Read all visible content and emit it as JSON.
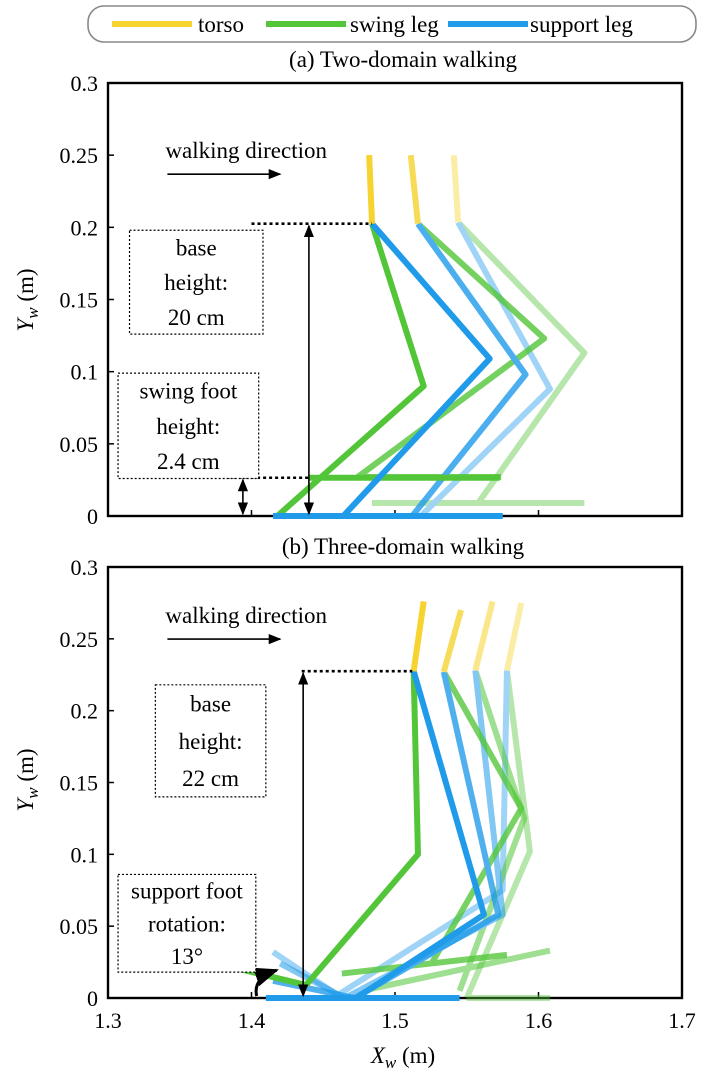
{
  "legend": {
    "items": [
      {
        "label": "torso",
        "color": "#F6D32E"
      },
      {
        "label": "swing leg",
        "color": "#52C638"
      },
      {
        "label": "support leg",
        "color": "#1F9BEA"
      }
    ]
  },
  "colors": {
    "torso": "#F6D32E",
    "swing": "#52C638",
    "support": "#1F9BEA"
  },
  "chart_data": [
    {
      "type": "line",
      "title": "(a) Two-domain walking",
      "xlabel": "",
      "ylabel": "Y_w (m)",
      "xlim": [
        1.3,
        1.7
      ],
      "ylim": [
        0,
        0.3
      ],
      "xticks": [
        1.3,
        1.4,
        1.5,
        1.6,
        1.7
      ],
      "yticks": [
        0,
        0.05,
        0.1,
        0.15,
        0.2,
        0.25,
        0.3
      ],
      "ytick_labels": [
        "0",
        "0.05",
        "0.1",
        "0.15",
        "0.2",
        "0.25",
        "0.3"
      ],
      "show_xtick_labels": false,
      "grid": false,
      "annotations": {
        "direction": {
          "text": "walking direction",
          "x0": 1.34,
          "x1": 1.42,
          "y": 0.241
        },
        "base_height": {
          "lines": [
            "base",
            "height:",
            "20 cm"
          ],
          "box": [
            1.315,
            1.408,
            0.126,
            0.198
          ],
          "dim_x": 1.44,
          "top": 0.2025,
          "bottom": 0.0,
          "dash_from": 1.4,
          "dash_to": 1.484
        },
        "swing_height": {
          "lines": [
            "swing foot",
            "height:",
            "2.4 cm"
          ],
          "box": [
            1.307,
            1.405,
            0.026,
            0.099
          ],
          "dim_x": 1.394,
          "top": 0.0265,
          "bottom": 0.0,
          "dash_from": 1.383,
          "dash_to": 1.44
        }
      },
      "frames": [
        {
          "alpha": 1.0,
          "torso": [
            [
              1.482,
              0.25
            ],
            [
              1.484,
              0.2025
            ]
          ],
          "swing": [
            [
              1.484,
              0.2025
            ],
            [
              1.52,
              0.09
            ],
            [
              1.418,
              0.0
            ]
          ],
          "swing_foot": [
            [
              1.44,
              0.0265
            ],
            [
              1.573,
              0.0265
            ]
          ],
          "support": [
            [
              1.484,
              0.2025
            ],
            [
              1.566,
              0.109
            ],
            [
              1.464,
              0.0
            ]
          ],
          "support_foot": [
            [
              1.415,
              0.0
            ],
            [
              1.575,
              0.0
            ]
          ]
        },
        {
          "alpha": 0.8,
          "torso": [
            [
              1.511,
              0.25
            ],
            [
              1.516,
              0.2025
            ]
          ],
          "swing": [
            [
              1.516,
              0.2025
            ],
            [
              1.604,
              0.123
            ],
            [
              1.474,
              0.027
            ]
          ],
          "swing_foot": [
            [
              1.474,
              0.027
            ],
            [
              1.574,
              0.027
            ]
          ],
          "support": [
            [
              1.516,
              0.2025
            ],
            [
              1.591,
              0.098
            ],
            [
              1.512,
              0.0
            ]
          ],
          "support_foot": [
            [
              1.456,
              0.0
            ],
            [
              1.575,
              0.0
            ]
          ]
        },
        {
          "alpha": 0.42,
          "torso": [
            [
              1.541,
              0.25
            ],
            [
              1.544,
              0.2035
            ]
          ],
          "swing": [
            [
              1.544,
              0.2035
            ],
            [
              1.632,
              0.113
            ],
            [
              1.558,
              0.009
            ]
          ],
          "swing_foot": [
            [
              1.484,
              0.009
            ],
            [
              1.632,
              0.009
            ]
          ],
          "support": [
            [
              1.544,
              0.2035
            ],
            [
              1.608,
              0.088
            ],
            [
              1.518,
              0.0
            ]
          ],
          "support_foot": [
            [
              1.46,
              0.0
            ],
            [
              1.575,
              0.0
            ]
          ]
        }
      ]
    },
    {
      "type": "line",
      "title": "(b) Three-domain walking",
      "xlabel": "X_w (m)",
      "ylabel": "Y_w (m)",
      "xlim": [
        1.3,
        1.7
      ],
      "ylim": [
        0,
        0.3
      ],
      "xticks": [
        1.3,
        1.4,
        1.5,
        1.6,
        1.7
      ],
      "xtick_labels": [
        "1.3",
        "1.4",
        "1.5",
        "1.6",
        "1.7"
      ],
      "yticks": [
        0,
        0.05,
        0.1,
        0.15,
        0.2,
        0.25,
        0.3
      ],
      "ytick_labels": [
        "0",
        "0.05",
        "0.1",
        "0.15",
        "0.2",
        "0.25",
        "0.3"
      ],
      "show_xtick_labels": true,
      "grid": false,
      "annotations": {
        "direction": {
          "text": "walking direction",
          "x0": 1.34,
          "x1": 1.42,
          "y": 0.254
        },
        "base_height": {
          "lines": [
            "base",
            "height:",
            "22 cm"
          ],
          "box": [
            1.333,
            1.41,
            0.14,
            0.218
          ],
          "dim_x": 1.436,
          "top": 0.2275,
          "bottom": 0.0,
          "dash_from": 1.435,
          "dash_to": 1.512
        },
        "rotation": {
          "lines": [
            "support foot",
            "rotation:",
            "13°"
          ],
          "box": [
            1.307,
            1.403,
            0.018,
            0.086
          ],
          "arc_x": 1.405,
          "arc_y0": 0.0,
          "arc_y1": 0.018
        }
      },
      "frames": [
        {
          "alpha": 1.0,
          "torso": [
            [
              1.52,
              0.276
            ],
            [
              1.513,
              0.2275
            ]
          ],
          "swing": [
            [
              1.513,
              0.2275
            ],
            [
              1.516,
              0.1
            ],
            [
              1.438,
              0.009
            ]
          ],
          "swing_foot": [
            [
              1.38,
              0.023
            ],
            [
              1.438,
              0.009
            ]
          ],
          "support": [
            [
              1.513,
              0.2275
            ],
            [
              1.562,
              0.058
            ],
            [
              1.473,
              0.0
            ]
          ],
          "support_foot": [
            [
              1.41,
              0.0
            ],
            [
              1.545,
              0.0
            ]
          ]
        },
        {
          "alpha": 0.78,
          "torso": [
            [
              1.546,
              0.27
            ],
            [
              1.534,
              0.227
            ]
          ],
          "swing": [
            [
              1.534,
              0.227
            ],
            [
              1.588,
              0.132
            ],
            [
              1.526,
              0.025
            ]
          ],
          "swing_foot": [
            [
              1.463,
              0.017
            ],
            [
              1.578,
              0.03
            ]
          ],
          "support": [
            [
              1.534,
              0.227
            ],
            [
              1.572,
              0.058
            ],
            [
              1.472,
              0.0
            ]
          ],
          "support_foot": [
            [
              1.415,
              0.012
            ],
            [
              1.472,
              0.0
            ]
          ]
        },
        {
          "alpha": 0.55,
          "torso": [
            [
              1.568,
              0.276
            ],
            [
              1.556,
              0.228
            ]
          ],
          "swing": [
            [
              1.556,
              0.228
            ],
            [
              1.59,
              0.125
            ],
            [
              1.545,
              0.005
            ]
          ],
          "swing_foot": [
            [
              1.477,
              0.005
            ],
            [
              1.608,
              0.033
            ]
          ],
          "support": [
            [
              1.556,
              0.228
            ],
            [
              1.575,
              0.058
            ],
            [
              1.465,
              0.0
            ]
          ],
          "support_foot": [
            [
              1.42,
              0.024
            ],
            [
              1.465,
              0.0
            ]
          ]
        },
        {
          "alpha": 0.42,
          "torso": [
            [
              1.588,
              0.275
            ],
            [
              1.578,
              0.228
            ]
          ],
          "swing": [
            [
              1.578,
              0.228
            ],
            [
              1.594,
              0.102
            ],
            [
              1.55,
              0.0
            ]
          ],
          "swing_foot": [
            [
              1.55,
              0.0
            ],
            [
              1.608,
              0.0
            ]
          ],
          "support": [
            [
              1.578,
              0.228
            ],
            [
              1.575,
              0.075
            ],
            [
              1.46,
              0.002
            ]
          ],
          "support_foot": [
            [
              1.415,
              0.032
            ],
            [
              1.46,
              0.002
            ]
          ]
        }
      ]
    }
  ]
}
